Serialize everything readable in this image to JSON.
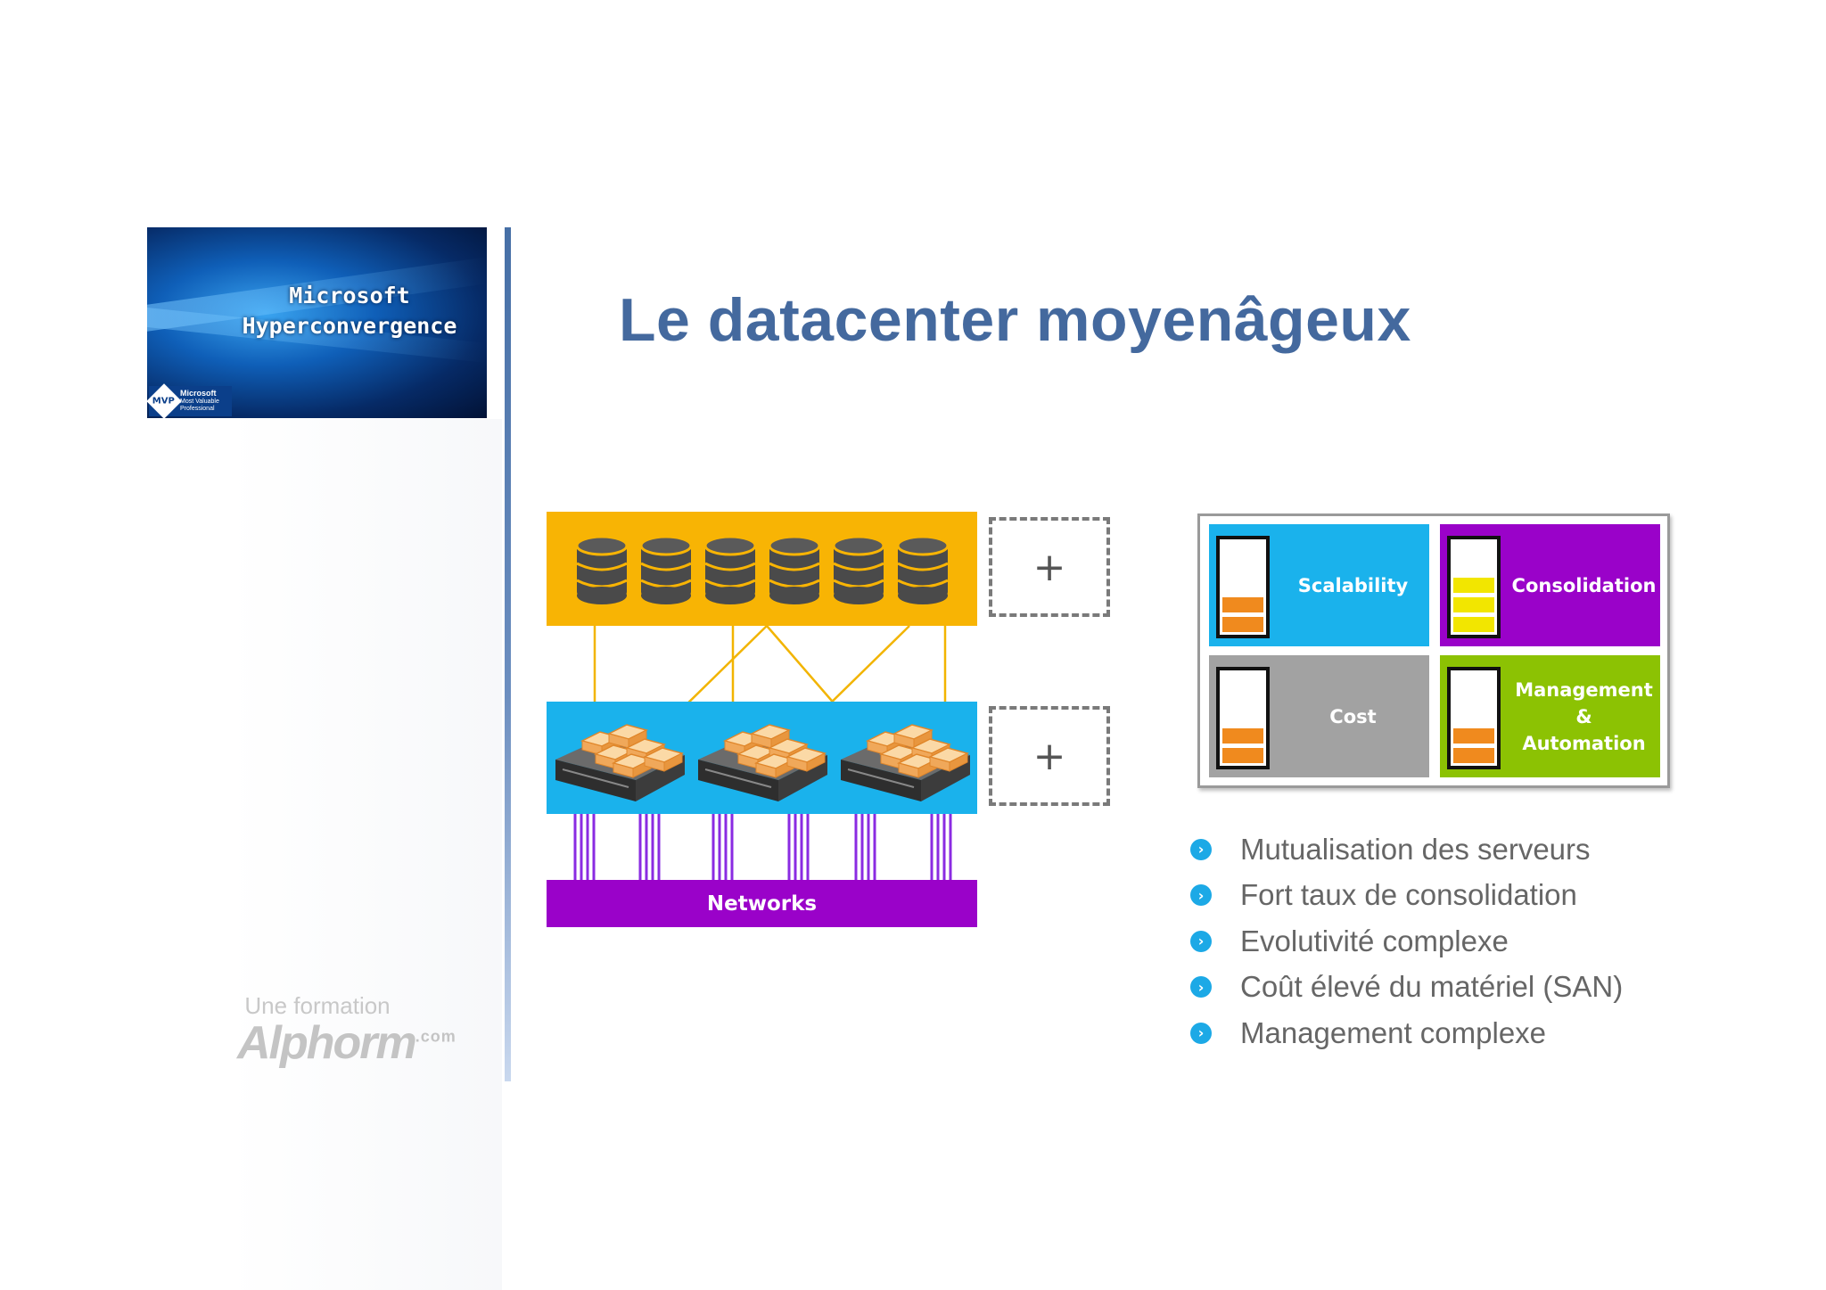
{
  "logo": {
    "line1": "Microsoft",
    "line2": "Hyperconvergence",
    "mvp_badge": "MVP",
    "mvp_line1": "Microsoft",
    "mvp_line2": "Most Valuable",
    "mvp_line3": "Professional"
  },
  "brand": {
    "subtitle": "Une formation",
    "name": "Alphorm",
    "suffix": ".com"
  },
  "title": "Le datacenter moyenâgeux",
  "diagram": {
    "network_label": "Networks",
    "plus_symbol": "+",
    "disk_count": 6,
    "server_count": 3,
    "colors": {
      "storage": "#f8b404",
      "compute": "#1ab2ec",
      "network": "#9a02c9",
      "storage_link": "#f2b400",
      "network_link": "#8a2be2"
    }
  },
  "panel": {
    "tiles": [
      {
        "label": "Scalability",
        "color": "#1ab2ec",
        "level_segments": 2,
        "segment_color": "#f08a1e"
      },
      {
        "label": "Consolidation",
        "color": "#9a02c9",
        "level_segments": 3,
        "segment_color": "#f2e600"
      },
      {
        "label": "Cost",
        "color": "#a2a2a2",
        "level_segments": 2,
        "segment_color": "#f08a1e"
      },
      {
        "label": "Management\n&\nAutomation",
        "color": "#8cc203",
        "level_segments": 2,
        "segment_color": "#f08a1e"
      }
    ]
  },
  "bullets": [
    "Mutualisation des serveurs",
    "Fort taux de consolidation",
    "Evolutivité complexe",
    "Coût élevé du matériel (SAN)",
    "Management complexe"
  ],
  "icons": {
    "bullet": "chevron-right-circle-icon",
    "disk": "database-icon",
    "server": "server-rack-icon"
  }
}
